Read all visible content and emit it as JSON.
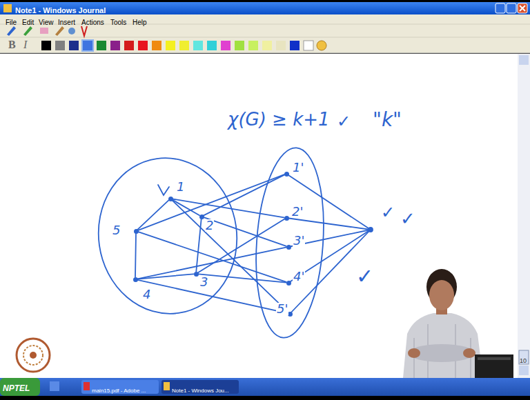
{
  "diagram": {
    "title": "Note1 - Windows Journal",
    "nodes": [
      {
        "text": [
          "1"
        ]
      },
      {
        "text": [
          "2"
        ]
      },
      {
        "text": [
          "3"
        ]
      },
      {
        "text": [
          "4"
        ]
      },
      {
        "text": [
          "5"
        ]
      },
      {
        "text": [
          "1'"
        ]
      },
      {
        "text": [
          "2'"
        ]
      },
      {
        "text": [
          "3'"
        ]
      },
      {
        "text": [
          "4'"
        ]
      },
      {
        "text": [
          "5'"
        ]
      }
    ],
    "edges": [
      {
        "from": 0,
        "to": 1,
        "arrow": "none"
      },
      {
        "from": 1,
        "to": 2,
        "arrow": "none"
      },
      {
        "from": 2,
        "to": 3,
        "arrow": "none"
      },
      {
        "from": 3,
        "to": 4,
        "arrow": "none"
      },
      {
        "from": 4,
        "to": 0,
        "arrow": "none"
      },
      {
        "from": 1,
        "to": 5,
        "arrow": "none"
      },
      {
        "from": 4,
        "to": 5,
        "arrow": "none"
      },
      {
        "from": 0,
        "to": 6,
        "arrow": "none"
      },
      {
        "from": 2,
        "to": 6,
        "arrow": "none"
      },
      {
        "from": 1,
        "to": 7,
        "arrow": "none"
      },
      {
        "from": 3,
        "to": 7,
        "arrow": "none"
      },
      {
        "from": 2,
        "to": 8,
        "arrow": "none"
      },
      {
        "from": 4,
        "to": 8,
        "arrow": "none"
      },
      {
        "from": 3,
        "to": 9,
        "arrow": "none"
      },
      {
        "from": 0,
        "to": 9,
        "arrow": "none"
      }
    ],
    "labels": [
      "χ(G) ≥ k+1",
      "✓",
      "\"k\"",
      "✓",
      "✓",
      "✓",
      "File",
      "Edit",
      "View",
      "Insert",
      "Actions",
      "Tools",
      "Help",
      "B",
      "I",
      "10",
      "NPTEL",
      "main15.pdf - Adobe ...",
      "Note1 - Windows Jou..."
    ]
  }
}
